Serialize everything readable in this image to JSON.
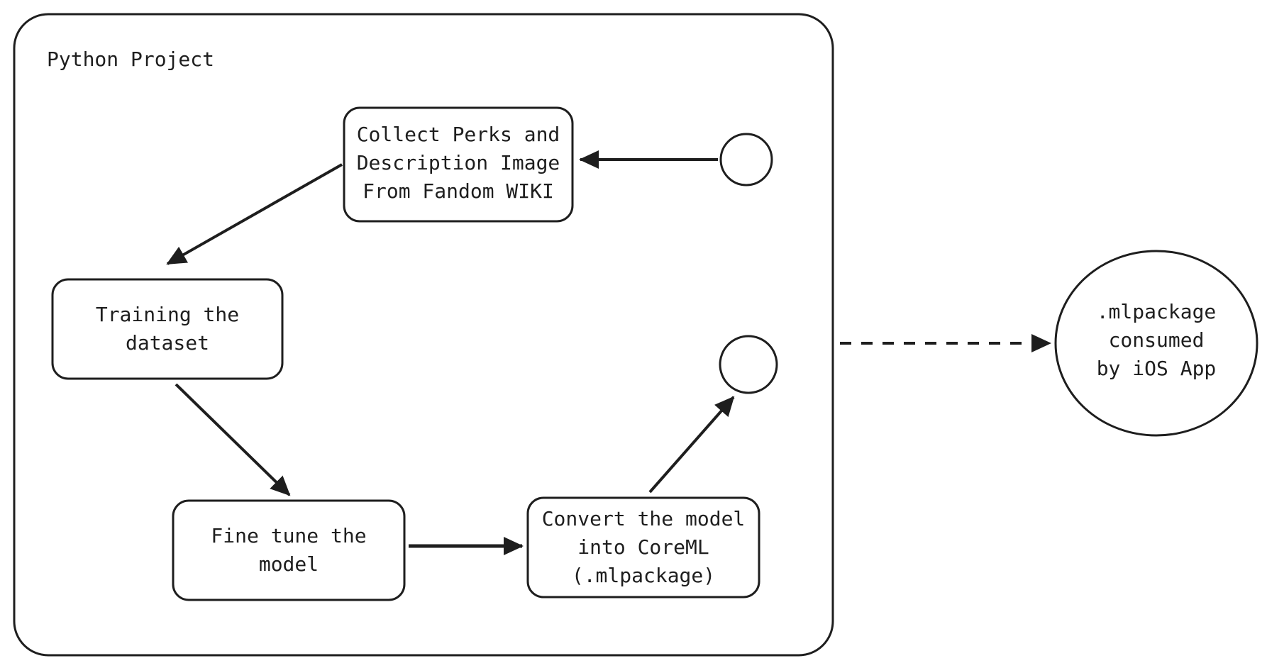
{
  "container": {
    "title": "Python Project"
  },
  "nodes": {
    "collect": {
      "lines": [
        "Collect Perks and",
        "Description Image",
        "From Fandom WIKI"
      ]
    },
    "train": {
      "lines": [
        "Training the",
        "dataset"
      ]
    },
    "finetune": {
      "lines": [
        "Fine tune the",
        "model"
      ]
    },
    "convert": {
      "lines": [
        "Convert the model",
        "into CoreML",
        "(.mlpackage)"
      ]
    },
    "consumer": {
      "lines": [
        ".mlpackage",
        "consumed",
        "by iOS App"
      ]
    }
  },
  "colors": {
    "stroke": "#1e1e1e",
    "background": "#ffffff"
  }
}
